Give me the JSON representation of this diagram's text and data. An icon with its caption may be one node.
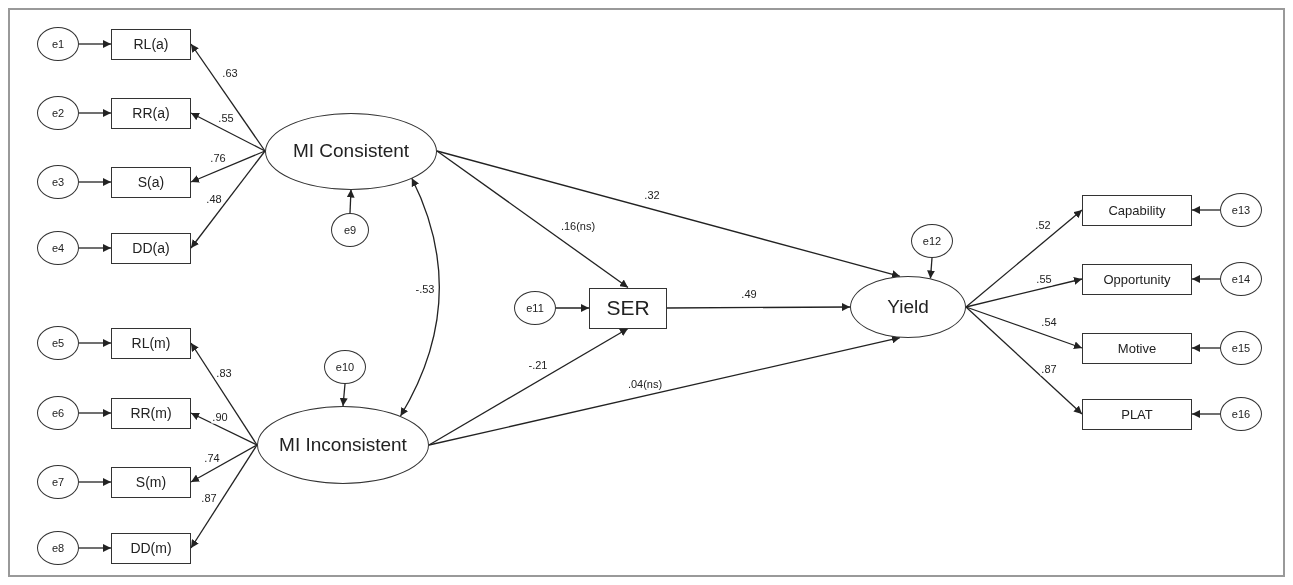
{
  "diagram": {
    "nodes": [
      {
        "text": [
          "e1"
        ]
      },
      {
        "text": [
          "e2"
        ]
      },
      {
        "text": [
          "e3"
        ]
      },
      {
        "text": [
          "e4"
        ]
      },
      {
        "text": [
          "RL(a)"
        ]
      },
      {
        "text": [
          "RR(a)"
        ]
      },
      {
        "text": [
          "S(a)"
        ]
      },
      {
        "text": [
          "DD(a)"
        ]
      },
      {
        "text": [
          "MI Consistent"
        ]
      },
      {
        "text": [
          "e9"
        ]
      },
      {
        "text": [
          "e5"
        ]
      },
      {
        "text": [
          "e6"
        ]
      },
      {
        "text": [
          "e7"
        ]
      },
      {
        "text": [
          "e8"
        ]
      },
      {
        "text": [
          "RL(m)"
        ]
      },
      {
        "text": [
          "RR(m)"
        ]
      },
      {
        "text": [
          "S(m)"
        ]
      },
      {
        "text": [
          "DD(m)"
        ]
      },
      {
        "text": [
          "e10"
        ]
      },
      {
        "text": [
          "MI Inconsistent"
        ]
      },
      {
        "text": [
          "e11"
        ]
      },
      {
        "text": [
          "SER"
        ]
      },
      {
        "text": [
          "e12"
        ]
      },
      {
        "text": [
          "Yield"
        ]
      },
      {
        "text": [
          "Capability"
        ]
      },
      {
        "text": [
          "Opportunity"
        ]
      },
      {
        "text": [
          "Motive"
        ]
      },
      {
        "text": [
          "PLAT"
        ]
      },
      {
        "text": [
          "e13"
        ]
      },
      {
        "text": [
          "e14"
        ]
      },
      {
        "text": [
          "e15"
        ]
      },
      {
        "text": [
          "e16"
        ]
      }
    ],
    "edges": [
      {
        "from": 0,
        "to": 4,
        "arrow": "to"
      },
      {
        "from": 1,
        "to": 5,
        "arrow": "to"
      },
      {
        "from": 2,
        "to": 6,
        "arrow": "to"
      },
      {
        "from": 3,
        "to": 7,
        "arrow": "to"
      },
      {
        "from": 8,
        "to": 4,
        "arrow": "to",
        "label": ".63"
      },
      {
        "from": 8,
        "to": 5,
        "arrow": "to",
        "label": ".55"
      },
      {
        "from": 8,
        "to": 6,
        "arrow": "to",
        "label": ".76"
      },
      {
        "from": 8,
        "to": 7,
        "arrow": "to",
        "label": ".48"
      },
      {
        "from": 9,
        "to": 8,
        "arrow": "to"
      },
      {
        "from": 10,
        "to": 14,
        "arrow": "to"
      },
      {
        "from": 11,
        "to": 15,
        "arrow": "to"
      },
      {
        "from": 12,
        "to": 16,
        "arrow": "to"
      },
      {
        "from": 13,
        "to": 17,
        "arrow": "to"
      },
      {
        "from": 19,
        "to": 14,
        "arrow": "to",
        "label": ".83"
      },
      {
        "from": 19,
        "to": 15,
        "arrow": "to",
        "label": ".90"
      },
      {
        "from": 19,
        "to": 16,
        "arrow": "to",
        "label": ".74"
      },
      {
        "from": 19,
        "to": 17,
        "arrow": "to",
        "label": ".87"
      },
      {
        "from": 18,
        "to": 19,
        "arrow": "to"
      },
      {
        "from": 8,
        "to": 21,
        "arrow": "to",
        "label": ".16(ns)"
      },
      {
        "from": 8,
        "to": 23,
        "arrow": "to",
        "label": ".32"
      },
      {
        "from": 8,
        "to": 19,
        "arrow": "both",
        "label": "-.53"
      },
      {
        "from": 20,
        "to": 21,
        "arrow": "to"
      },
      {
        "from": 19,
        "to": 21,
        "arrow": "to",
        "label": "-.21"
      },
      {
        "from": 19,
        "to": 23,
        "arrow": "to",
        "label": ".04(ns)"
      },
      {
        "from": 21,
        "to": 23,
        "arrow": "to",
        "label": ".49"
      },
      {
        "from": 22,
        "to": 23,
        "arrow": "to"
      },
      {
        "from": 23,
        "to": 24,
        "arrow": "to",
        "label": ".52"
      },
      {
        "from": 23,
        "to": 25,
        "arrow": "to",
        "label": ".55"
      },
      {
        "from": 23,
        "to": 26,
        "arrow": "to",
        "label": ".54"
      },
      {
        "from": 23,
        "to": 27,
        "arrow": "to",
        "label": ".87"
      },
      {
        "from": 28,
        "to": 24,
        "arrow": "to"
      },
      {
        "from": 29,
        "to": 25,
        "arrow": "to"
      },
      {
        "from": 30,
        "to": 26,
        "arrow": "to"
      },
      {
        "from": 31,
        "to": 27,
        "arrow": "to"
      }
    ]
  }
}
